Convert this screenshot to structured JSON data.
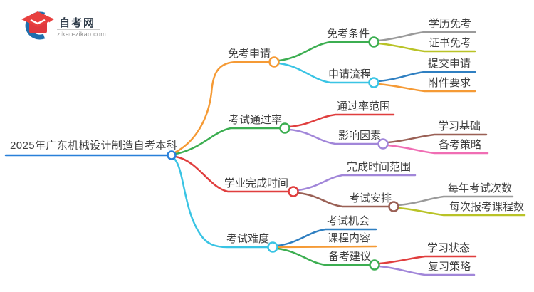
{
  "logo": {
    "name": "自考网",
    "domain": "zikao-zikao.com"
  },
  "palette": {
    "text": "#3d3d3d",
    "root_blue": "#2980d9",
    "orange": "#f59a35",
    "green": "#3cae51",
    "red": "#e03e3e",
    "cyan": "#3ac4e4",
    "gray": "#9a9a9a",
    "olive": "#b9c327",
    "blue": "#2f7fc1",
    "purple": "#a186d9",
    "brown": "#9a6055",
    "pink": "#f06eb4"
  },
  "mindmap": {
    "root": {
      "label": "2025年广东机械设计制造自考本科",
      "color": "#2980d9"
    },
    "branches": [
      {
        "label": "免考申请",
        "color": "#f59a35",
        "children": [
          {
            "label": "免考条件",
            "color": "#3cae51",
            "children": [
              {
                "label": "学历免考",
                "color": "#9a9a9a"
              },
              {
                "label": "证书免考",
                "color": "#b9c327"
              }
            ]
          },
          {
            "label": "申请流程",
            "color": "#3ac4e4",
            "children": [
              {
                "label": "提交申请",
                "color": "#2f7fc1"
              },
              {
                "label": "附件要求",
                "color": "#f59a35"
              }
            ]
          }
        ]
      },
      {
        "label": "考试通过率",
        "color": "#3cae51",
        "children": [
          {
            "label": "通过率范围",
            "color": "#e03e3e",
            "children": []
          },
          {
            "label": "影响因素",
            "color": "#a186d9",
            "children": [
              {
                "label": "学习基础",
                "color": "#9a6055"
              },
              {
                "label": "备考策略",
                "color": "#f06eb4"
              }
            ]
          }
        ]
      },
      {
        "label": "学业完成时间",
        "color": "#e03e3e",
        "children": [
          {
            "label": "完成时间范围",
            "color": "#a186d9",
            "children": []
          },
          {
            "label": "考试安排",
            "color": "#9a6055",
            "children": [
              {
                "label": "每年考试次数",
                "color": "#9a9a9a"
              },
              {
                "label": "每次报考课程数",
                "color": "#b9c327"
              }
            ]
          }
        ]
      },
      {
        "label": "考试难度",
        "color": "#3ac4e4",
        "children": [
          {
            "label": "考试机会",
            "color": "#2f7fc1",
            "children": []
          },
          {
            "label": "课程内容",
            "color": "#f59a35",
            "children": []
          },
          {
            "label": "备考建议",
            "color": "#3cae51",
            "children": [
              {
                "label": "学习状态",
                "color": "#e03e3e"
              },
              {
                "label": "复习策略",
                "color": "#a186d9"
              }
            ]
          }
        ]
      }
    ]
  }
}
